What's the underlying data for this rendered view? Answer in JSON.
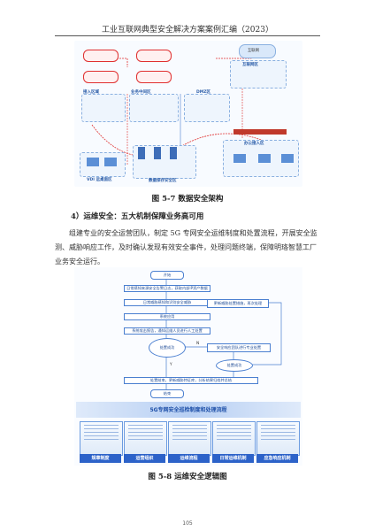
{
  "header": {
    "title": "工业互联网典型安全解决方案案例汇编（2023）"
  },
  "figure1": {
    "caption": "图 5-7 数据安全架构",
    "labels": {
      "internet": "互联网",
      "internet_zone": "互联网区",
      "office_zone": "办公接入区",
      "access_zone": "接入区域",
      "core_zone": "业务中间区",
      "dmz_zone": "DMZ区",
      "vdi_zone": "VDI 远桌面区",
      "data_zone": "数据保存安全区"
    }
  },
  "section": {
    "heading": "4）运维安全：五大机制保障业务高可用",
    "paragraph": "组建专业的安全运营团队，制定 5G 专网安全运维制度和处置流程，开展安全监测、威胁响应工作，及时确认发现有效安全事件，处理问题终端，保障明珞智慧工厂业务安全运行。"
  },
  "figure2": {
    "caption": "图 5-8 运维安全逻辑图",
    "flow": {
      "start": "开始",
      "n1": "日常感知来源安全告警日志，获取内部IP资产数据",
      "n2": "日常威胁感知和识别安全威胁",
      "n3": "系统应用",
      "n4": "系统攻击报告，通知运维人员进行人工处置",
      "decision1": "处置成功",
      "n5": "安全响应团队进行专业处置",
      "decision2": "处置成功",
      "n6": "更新威胁处置措施，再次处理",
      "n7": "处置结束，更新威胁特征库，分析结果归档并总结",
      "end": "结束",
      "yes": "Y",
      "no": "N"
    },
    "banner_title": "5G专网安全巡检制度和处理流程",
    "cards": [
      "规章制度",
      "运营组织",
      "运维流程",
      "日常运维机制",
      "应急响应机制"
    ]
  },
  "page_number": "105"
}
